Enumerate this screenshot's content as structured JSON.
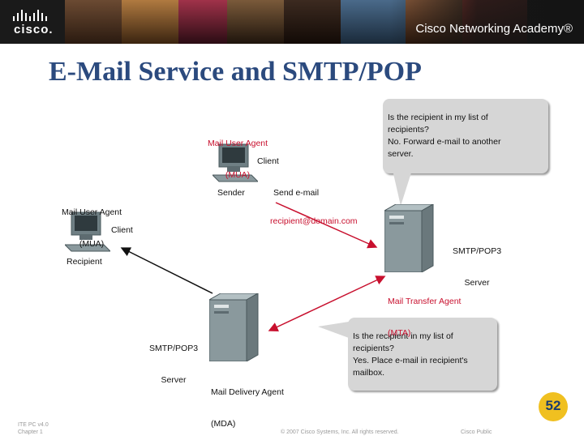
{
  "header": {
    "brand": "cisco.",
    "academy": "Cisco Networking Academy®"
  },
  "slide": {
    "title": "E-Mail Service and SMTP/POP"
  },
  "diagram": {
    "sender": {
      "agent_line1": "Mail User Agent",
      "agent_line2": "(MUA)",
      "device_label": "Client",
      "role": "Sender",
      "action": "Send e-mail"
    },
    "recipient": {
      "agent_line1": "Mail User Agent",
      "agent_line2": "(MUA)",
      "device_label": "Client",
      "role": "Recipient"
    },
    "address": "recipient@domain.com",
    "mta": {
      "server_line1": "SMTP/POP3",
      "server_line2": "Server",
      "agent_line1": "Mail Transfer Agent",
      "agent_line2": "(MTA)"
    },
    "mda": {
      "server_line1": "SMTP/POP3",
      "server_line2": "Server",
      "agent_line1": "Mail Delivery Agent",
      "agent_line2": "(MDA)"
    },
    "bubble_top": {
      "lines": [
        "Is the recipient in my list of",
        "recipients?",
        "No. Forward e-mail to another",
        "server."
      ]
    },
    "bubble_bottom": {
      "lines": [
        "Is the recipient in my list of",
        "recipients?",
        "Yes. Place e-mail in recipient's",
        "mailbox."
      ]
    },
    "colors": {
      "arrow_red": "#c8102e",
      "arrow_black": "#111111",
      "agent_text": "#c8102e"
    }
  },
  "footer": {
    "course_line1": "ITE PC v4.0",
    "course_line2": "Chapter 1",
    "copyright": "© 2007 Cisco Systems, Inc. All rights reserved.",
    "classification": "Cisco Public",
    "page": "52"
  }
}
